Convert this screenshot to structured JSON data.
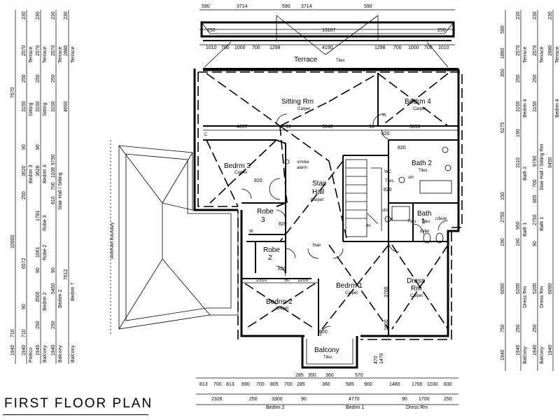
{
  "title": "FIRST FLOOR PLAN",
  "rooms": {
    "terrace": {
      "name": "Terrace",
      "finish": "Tiles"
    },
    "sitting": {
      "name": "Sitting Rm",
      "finish": "Carpet"
    },
    "bedrm4": {
      "name": "Bedrm 4",
      "finish": "Carpet"
    },
    "bedrm3": {
      "name": "Bedrm 3",
      "finish": "Carpet"
    },
    "stair_hall": {
      "line1": "Stair",
      "line2": "Hall",
      "finish": "Carpet"
    },
    "bath2": {
      "name": "Bath 2",
      "finish": "Tiles"
    },
    "bath1": {
      "line1": "Bath",
      "line2": "1",
      "finish": "Tiles"
    },
    "robe3": {
      "line1": "Robe",
      "line2": "3"
    },
    "robe2": {
      "line1": "Robe",
      "line2": "2"
    },
    "bedrm2": {
      "name": "Bedrm 2",
      "finish": "Carpet"
    },
    "bedrm1": {
      "name": "Bedrm 1",
      "finish": "Carpet"
    },
    "dress": {
      "line1": "Dress",
      "line2": "Rm",
      "finish": "Carpet"
    },
    "balcony": {
      "name": "Balcony",
      "finish": "Tiles"
    }
  },
  "labels": {
    "smoke": [
      "smoke",
      "alarm"
    ],
    "shr1": "shr",
    "shr2": "shr",
    "wc": "WC",
    "tiles1": "Tiles",
    "tiles2": "Tiles",
    "bidet": "bidet",
    "cbute": "c/bute",
    "stair": "Stair",
    "dn": "dn",
    "f": "F",
    "boundary": "Allotment Boundary",
    "w": "W",
    "c": "C"
  },
  "dims_top": {
    "row1": [
      "590",
      "3714",
      "590",
      "3714",
      "590"
    ],
    "row2_left": "250",
    "row2_mid": "13107",
    "row2_right": "250",
    "row3": [
      "1010",
      "700",
      "1000",
      "700",
      "1298",
      "4190",
      "1298",
      "700",
      "1000",
      "700",
      "1010"
    ]
  },
  "dims_interior": [
    "4037",
    "90",
    "5040",
    "90",
    "3850",
    "2310",
    "90",
    "1200",
    "820",
    "820",
    "820",
    "820",
    "820",
    "820",
    "820",
    "3700",
    "1000"
  ],
  "dims_left": {
    "col1": [
      "7670",
      "10000",
      "710",
      "1940"
    ],
    "col2": [
      "230",
      "2570",
      "250",
      "3150",
      "3620",
      "250",
      "90",
      "6572",
      "90",
      "710",
      "1940"
    ],
    "col3": [
      "230",
      "2570",
      "250",
      "3150",
      "90",
      "3628",
      "1781",
      "1661",
      "90",
      "3500",
      "250",
      "1940"
    ],
    "col4": [
      "230",
      "2570",
      "250",
      "3150",
      "9790",
      "1108",
      "810",
      "700",
      "5450",
      "90",
      "250",
      "1940"
    ],
    "col5": [
      "230",
      "2880",
      "4650",
      "7612"
    ],
    "col2_text": [
      "Terrace",
      "Sitting",
      "Bedrm 3",
      "Portico"
    ],
    "col3_text": [
      "Terrace",
      "Sitting",
      "Bedrm 3",
      "Robe 3",
      "Robe 2",
      "Bedrm 2",
      "Balcony"
    ],
    "col4_text": [
      "Terrace",
      "Stair Hall / Sitting",
      "Bedrm 2",
      "Balcony"
    ],
    "col5_text": [
      "Terrace",
      "Bedrm 7",
      "Balcony"
    ]
  },
  "dims_right": {
    "col1": [
      "590",
      "1860",
      "350",
      "6275",
      "2750",
      "150",
      "190",
      "6090",
      "750",
      "1940"
    ],
    "col2": [
      "230",
      "2570",
      "250",
      "3150",
      "190",
      "3110",
      "950",
      "190",
      "5200",
      "250",
      "1940"
    ],
    "col3": [
      "230",
      "2570",
      "250",
      "3150",
      "9790",
      "700",
      "865",
      "2750",
      "90",
      "5200",
      "250",
      "1940"
    ],
    "col4": [
      "230",
      "2880",
      "9450",
      "6090",
      "1940"
    ],
    "col2_text": [
      "Terrace",
      "Bedrm 4",
      "Bath 2",
      "Bath 1",
      "Dress Rm",
      "Balcony"
    ],
    "col3_text": [
      "Terrace",
      "Stair Hall / Sitting Rm",
      "Bath 1",
      "Dress Rm",
      "Balcony"
    ],
    "col4_text": [
      "Terrace",
      "Bedrm 4"
    ]
  },
  "dims_bottom": {
    "row1": [
      "813",
      "700",
      "813",
      "690",
      "700",
      "805",
      "700",
      "285",
      "350",
      "360",
      "585",
      "570",
      "900",
      "1480",
      "1700",
      "1030",
      "830"
    ],
    "row2": [
      "2326",
      "250",
      "3300",
      "90",
      "4770",
      "90",
      "1700",
      "250"
    ],
    "row3": [
      "Bedrm 2",
      "Bedrm 1",
      "Dress Rm"
    ],
    "balcony_side": [
      "470",
      "1470"
    ]
  }
}
